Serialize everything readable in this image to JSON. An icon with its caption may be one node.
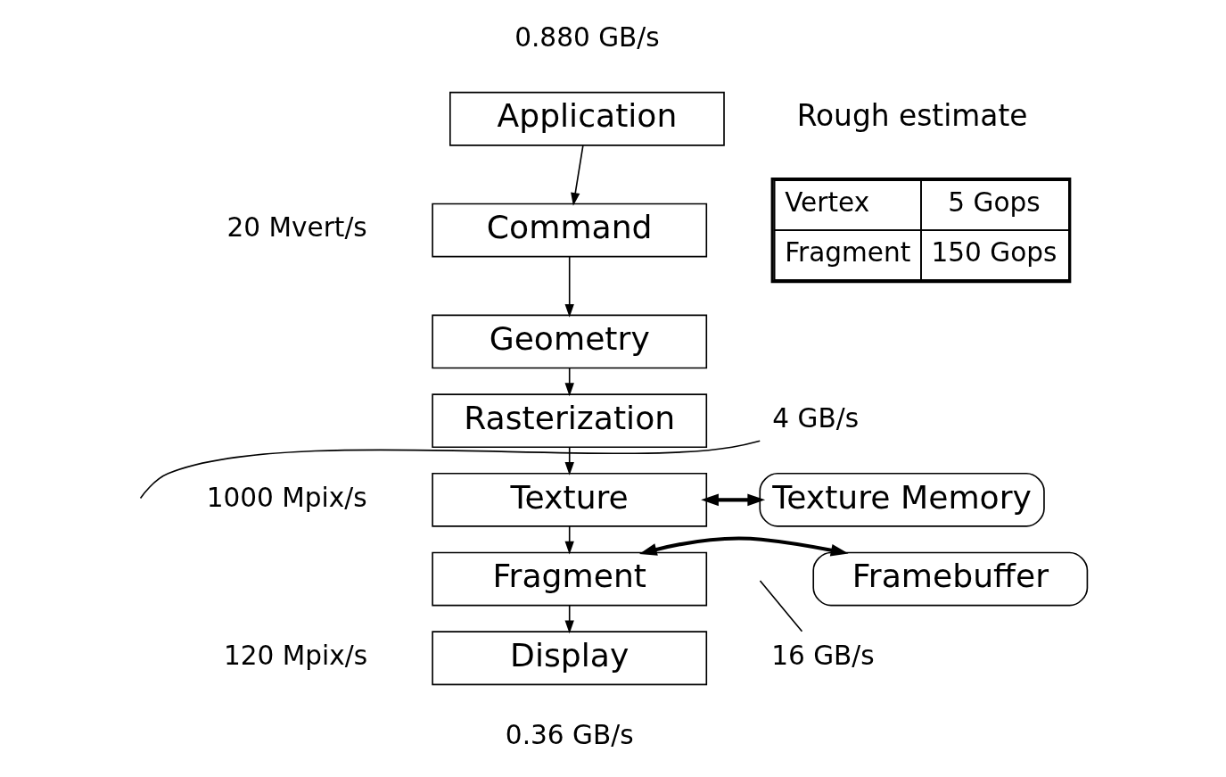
{
  "diagram": {
    "nodes": [
      {
        "text": [
          "Application"
        ],
        "beside": [
          "0.880 GB/s"
        ]
      },
      {
        "text": [
          "Command"
        ]
      },
      {
        "text": [
          "Geometry"
        ]
      },
      {
        "text": [
          "Rasterization"
        ]
      },
      {
        "text": [
          "Texture"
        ]
      },
      {
        "text": [
          "Fragment"
        ]
      },
      {
        "text": [
          "Display"
        ],
        "beside": [
          "0.36 GB/s"
        ]
      },
      {
        "text": [
          "Texture Memory"
        ]
      },
      {
        "text": [
          "Framebuffer"
        ]
      },
      {
        "text": [
          "4 GB/s"
        ]
      },
      {
        "text": [
          "16 GB/s"
        ]
      }
    ],
    "edges": [
      {
        "from": 0,
        "to": 1,
        "arrow": "to"
      },
      {
        "from": 1,
        "to": 2,
        "arrow": "to"
      },
      {
        "from": 2,
        "to": 3,
        "arrow": "to"
      },
      {
        "from": 3,
        "to": 4,
        "arrow": "to"
      },
      {
        "from": 4,
        "to": 5,
        "arrow": "to"
      },
      {
        "from": 5,
        "to": 6,
        "arrow": "to"
      },
      {
        "from": 4,
        "to": 7,
        "arrow": "both",
        "style": "thick"
      },
      {
        "from": 5,
        "to": 8,
        "arrow": "both",
        "style": "thick"
      },
      {
        "from": 9,
        "to": null,
        "arrow": "none"
      },
      {
        "from": 10,
        "to": null,
        "arrow": "none"
      }
    ],
    "labels": [
      "20 Mvert/s",
      "1000 Mpix/s",
      "120 Mpix/s",
      "Rough estimate",
      "Vertex",
      "5 Gops",
      "Fragment",
      "150 Gops"
    ]
  }
}
